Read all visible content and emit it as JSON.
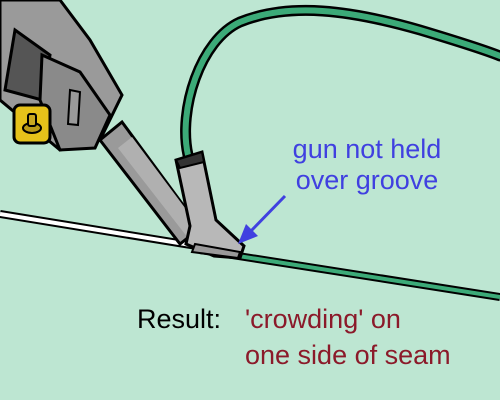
{
  "annotation": {
    "line1": "gun not held",
    "line2": "over groove"
  },
  "result": {
    "label": "Result:",
    "line1": "'crowding' on",
    "line2": "one side of seam"
  },
  "colors": {
    "background": "#bde6d2",
    "rod_green": "#3caa78",
    "callout_blue": "#4040e0",
    "result_red": "#8b1a2a",
    "gun_gray": "#9a9a9a",
    "gun_dark": "#555555",
    "accent_yellow": "#e6c21a"
  }
}
